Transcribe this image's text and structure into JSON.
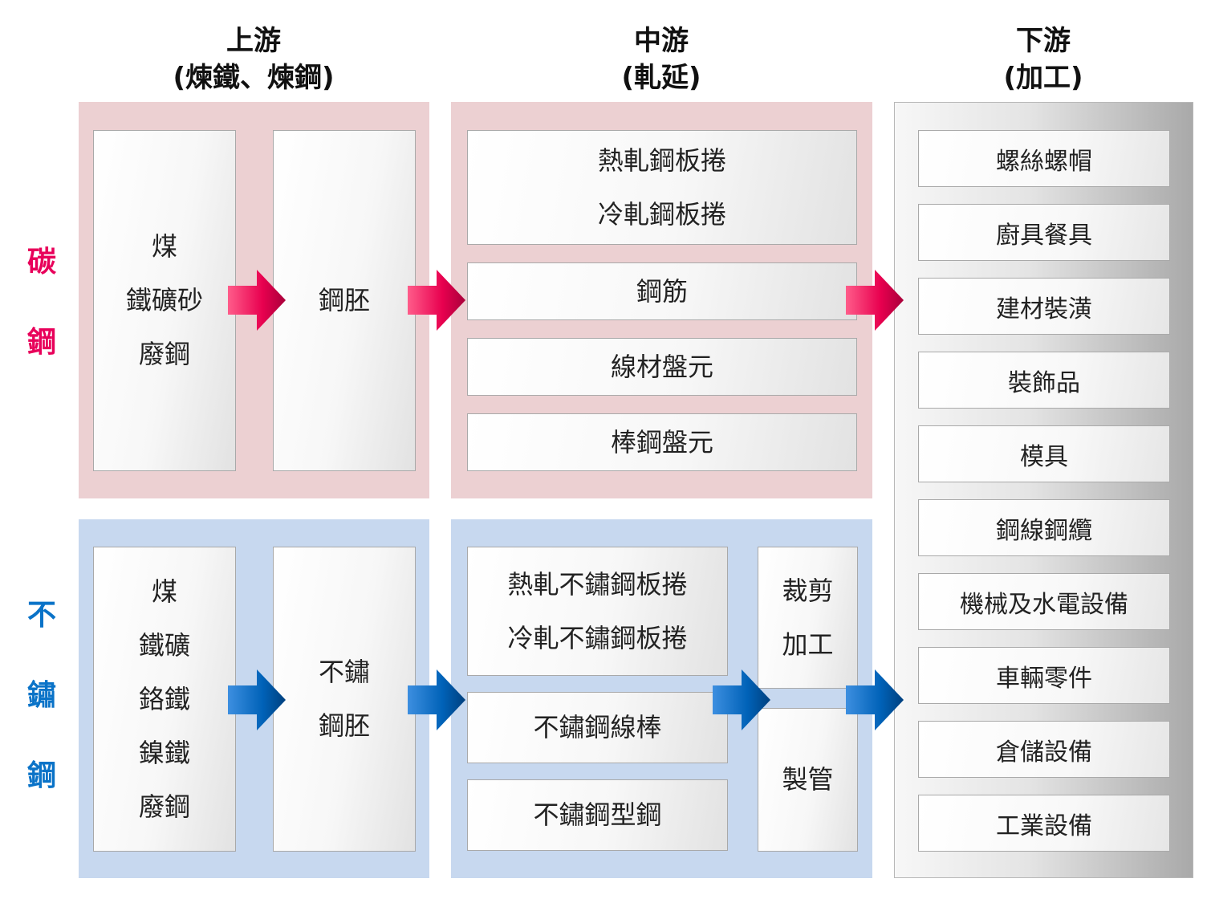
{
  "headers": {
    "upstream": {
      "title": "上游",
      "sub": "(煉鐵、煉鋼)"
    },
    "midstream": {
      "title": "中游",
      "sub": "(軋延)"
    },
    "downstream": {
      "title": "下游",
      "sub": "(加工)"
    }
  },
  "rows": {
    "carbon": {
      "label_1": "碳",
      "label_2": "鋼",
      "color": "#e8005a"
    },
    "stainless": {
      "label_1": "不",
      "label_2": "鏽",
      "label_3": "鋼",
      "color": "#0a73c8"
    }
  },
  "carbon": {
    "raw_materials": [
      "煤",
      "鐵礦砂",
      "廢鋼"
    ],
    "billet": "鋼胚",
    "midstream": {
      "coil_1": "熱軋鋼板捲",
      "coil_2": "冷軋鋼板捲",
      "rebar": "鋼筋",
      "wire_rod": "線材盤元",
      "bar_rod": "棒鋼盤元"
    }
  },
  "stainless": {
    "raw_materials": [
      "煤",
      "鐵礦",
      "鉻鐵",
      "鎳鐵",
      "廢鋼"
    ],
    "billet_1": "不鏽",
    "billet_2": "鋼胚",
    "midstream": {
      "coil_1": "熱軋不鏽鋼板捲",
      "coil_2": "冷軋不鏽鋼板捲",
      "wire_bar": "不鏽鋼線棒",
      "section": "不鏽鋼型鋼"
    },
    "processing": {
      "cutting_1": "裁剪",
      "cutting_2": "加工",
      "pipe": "製管"
    }
  },
  "downstream": [
    "螺絲螺帽",
    "廚具餐具",
    "建材裝潢",
    "裝飾品",
    "模具",
    "鋼線鋼纜",
    "機械及水電設備",
    "車輛零件",
    "倉儲設備",
    "工業設備"
  ],
  "colors": {
    "pink_arrow": "#e8004f",
    "blue_arrow": "#0062b8"
  }
}
